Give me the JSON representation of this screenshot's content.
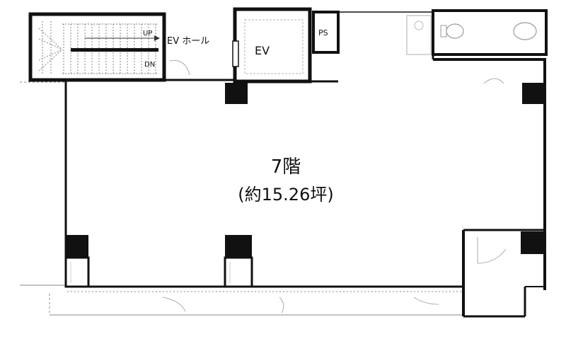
{
  "floor": {
    "title": "7階",
    "area": "(約15.26坪)"
  },
  "labels": {
    "stair_up": "UP",
    "stair_down": "DN",
    "ev_hall": "EV ホール",
    "elevator": "EV",
    "pipe_space": "PS"
  },
  "colors": {
    "wall": "#111111",
    "column": "#111111",
    "line": "#222222",
    "hatch": "#9a9a9a",
    "background": "#ffffff"
  }
}
